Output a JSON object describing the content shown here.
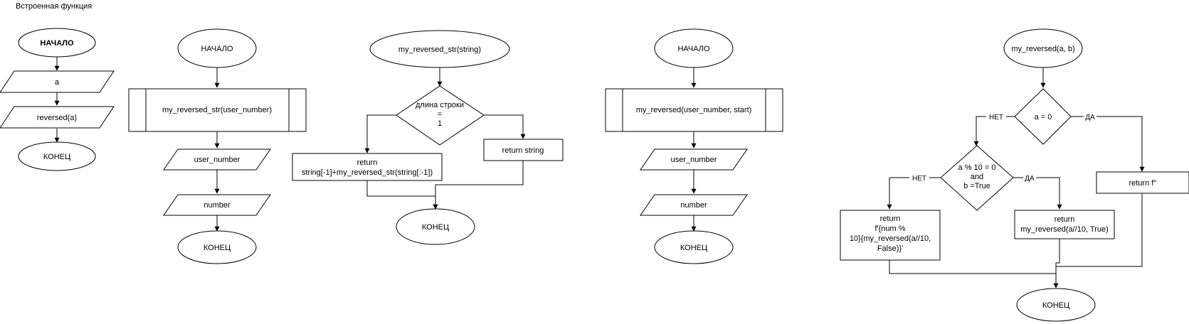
{
  "diagram": {
    "title": "Встроенная функция",
    "flow1": {
      "start": "НАЧАЛО",
      "input": "a",
      "output": "reversed(a)",
      "end": "КОНЕЦ"
    },
    "flow2": {
      "start": "НАЧАЛО",
      "call": "my_reversed_str(user_number)",
      "io1": "user_number",
      "io2": "number",
      "end": "КОНЕЦ"
    },
    "flow3": {
      "start": "my_reversed_str(string)",
      "decision": [
        "длина строки",
        "=",
        "1"
      ],
      "ret_left": [
        "return",
        "string[-1]+my_reversed_str(string[:-1])"
      ],
      "ret_right": "return string",
      "end": "КОНЕЦ"
    },
    "flow4": {
      "start": "НАЧАЛО",
      "call": "my_reversed(user_number, start)",
      "io1": "user_number",
      "io2": "number",
      "end": "КОНЕЦ"
    },
    "flow5": {
      "start": "my_reversed(a, b)",
      "d1": "a = 0",
      "d1_no": "НЕТ",
      "d1_yes": "ДА",
      "d2": [
        "a % 10 = 0",
        "and",
        "b =True"
      ],
      "d2_no": "НЕТ",
      "d2_yes": "ДА",
      "ret_far_right": "return f''",
      "ret_left": [
        "return",
        "f'{num %",
        "10}{my_reversed(a//10,",
        "False)}'"
      ],
      "ret_mid": [
        "return",
        "my_reversed(a//10, True)"
      ],
      "end": "КОНЕЦ"
    }
  }
}
